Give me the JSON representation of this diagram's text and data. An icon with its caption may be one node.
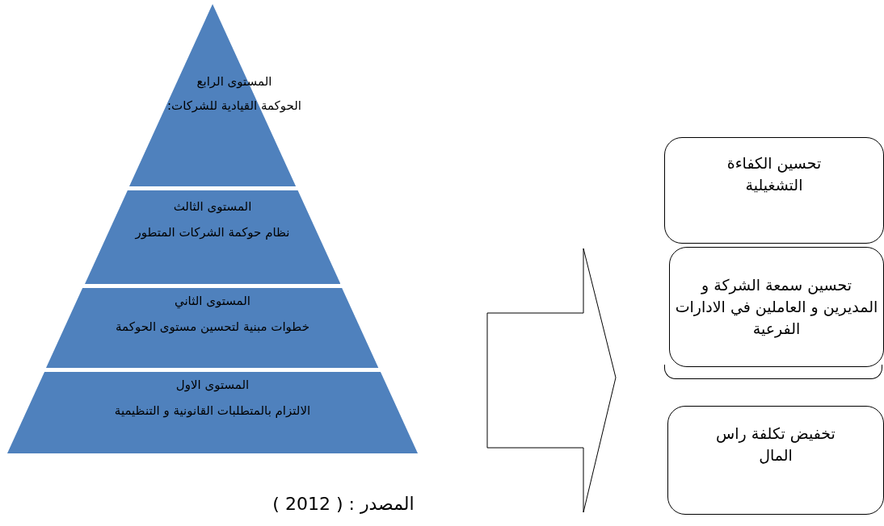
{
  "diagram": {
    "caption": "المصدر : ( 2012 )",
    "nodes": [
      {
        "text": [
          "المستوى الرابع",
          "الحوكمة القيادية للشركات:"
        ]
      },
      {
        "text": [
          "المستوى الثالث",
          "نظام حوكمة الشركات المتطور"
        ]
      },
      {
        "text": [
          "المستوى الثاني",
          "خطوات مبنية لتحسين مستوى الحوكمة"
        ]
      },
      {
        "text": [
          "المستوى الاول",
          "الالتزام بالمتطلبات القانونية و التنظيمية"
        ]
      },
      {
        "text": [
          "تحسين الكفاءة التشغيلية"
        ]
      },
      {
        "text": [],
        "shape": "box"
      },
      {
        "text": [
          "تحسين سمعة الشركة و المديرين و العاملين في الادارات الفرعية"
        ]
      },
      {
        "text": [
          "تخفيض تكلفة راس المال"
        ]
      }
    ]
  }
}
